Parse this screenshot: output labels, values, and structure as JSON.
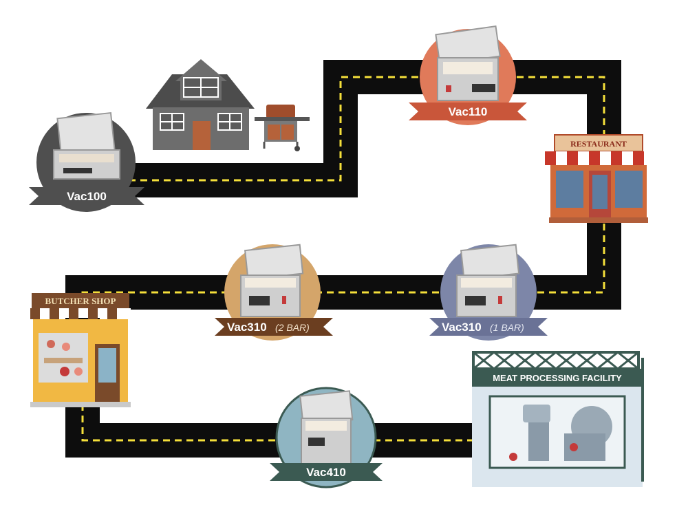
{
  "products": {
    "vac100": {
      "name": "Vac100",
      "suffix": ""
    },
    "vac110": {
      "name": "Vac110",
      "suffix": ""
    },
    "vac310_2": {
      "name": "Vac310",
      "suffix": "(2 BAR)"
    },
    "vac310_1": {
      "name": "Vac310",
      "suffix": "(1 BAR)"
    },
    "vac410": {
      "name": "Vac410",
      "suffix": ""
    }
  },
  "locations": {
    "restaurant": "RESTAURANT",
    "butcher": "BUTCHER SHOP",
    "facility": "MEAT PROCESSING FACILITY"
  },
  "colors": {
    "road": "#0d0d0d",
    "dash": "#f5e03a",
    "vac100": "#4f4f4f",
    "vac110": "#e07a5a",
    "vac310_2": "#d4a56a",
    "vac310_1": "#7d86a8",
    "vac410": "#8fb5c2"
  }
}
